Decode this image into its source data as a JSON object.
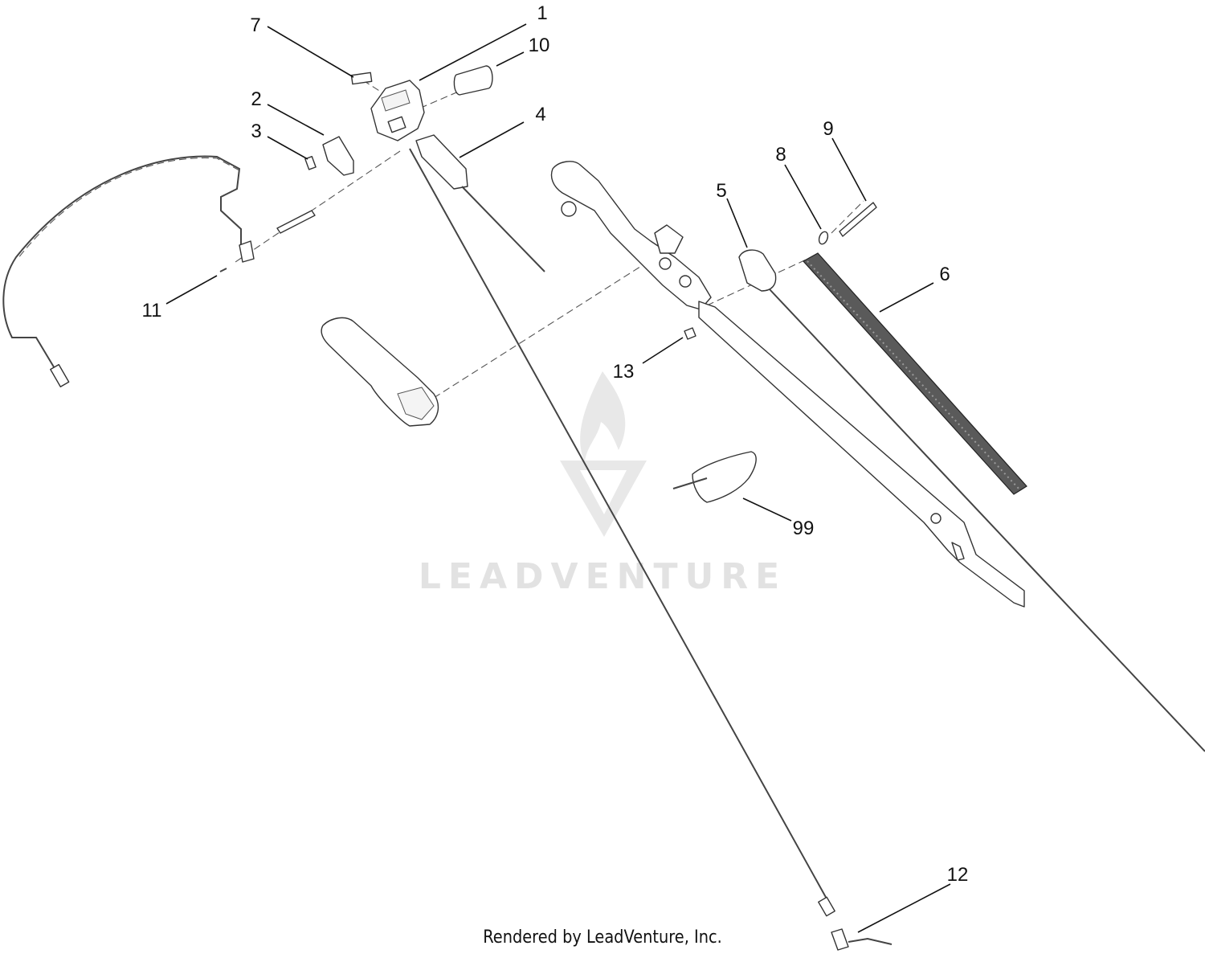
{
  "watermark": {
    "text": "LEADVENTURE"
  },
  "callouts": [
    {
      "id": "c1",
      "label": "1"
    },
    {
      "id": "c2",
      "label": "2"
    },
    {
      "id": "c3",
      "label": "3"
    },
    {
      "id": "c4",
      "label": "4"
    },
    {
      "id": "c5",
      "label": "5"
    },
    {
      "id": "c6",
      "label": "6"
    },
    {
      "id": "c7",
      "label": "7"
    },
    {
      "id": "c8",
      "label": "8"
    },
    {
      "id": "c9",
      "label": "9"
    },
    {
      "id": "c10",
      "label": "10"
    },
    {
      "id": "c11",
      "label": "11"
    },
    {
      "id": "c12",
      "label": "12"
    },
    {
      "id": "c13",
      "label": "13"
    },
    {
      "id": "c99",
      "label": "99"
    }
  ],
  "footer": {
    "text": "Rendered by LeadVenture, Inc."
  }
}
